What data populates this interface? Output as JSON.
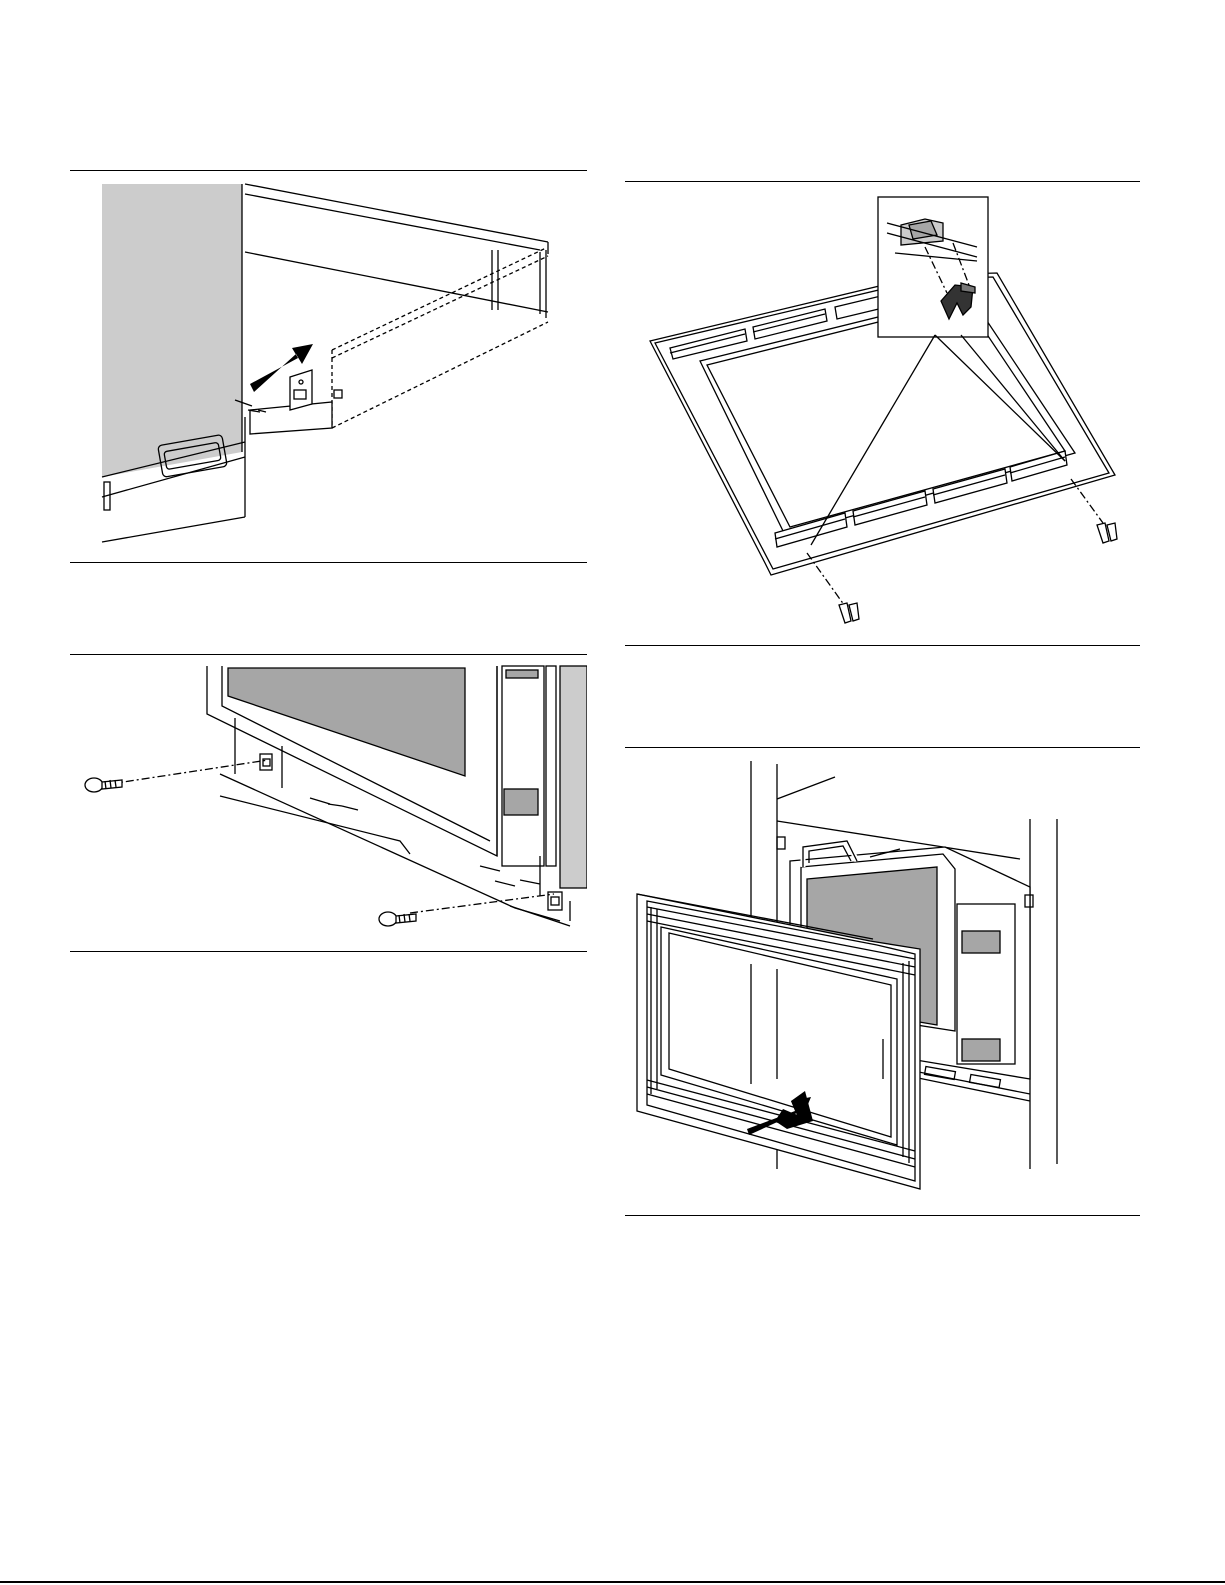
{
  "page": {
    "type": "installation-instructions-illustration-page",
    "figures": [
      {
        "id": "figure-1",
        "subject": "bracket-slide-in"
      },
      {
        "id": "figure-2",
        "subject": "trim-frame-clips"
      },
      {
        "id": "figure-3",
        "subject": "screw-attachment"
      },
      {
        "id": "figure-4",
        "subject": "frame-insert-into-cabinet"
      }
    ]
  },
  "colors": {
    "line": "#000000",
    "shade": "#cccccc",
    "window": "#a6a6a6",
    "background": "#ffffff"
  }
}
